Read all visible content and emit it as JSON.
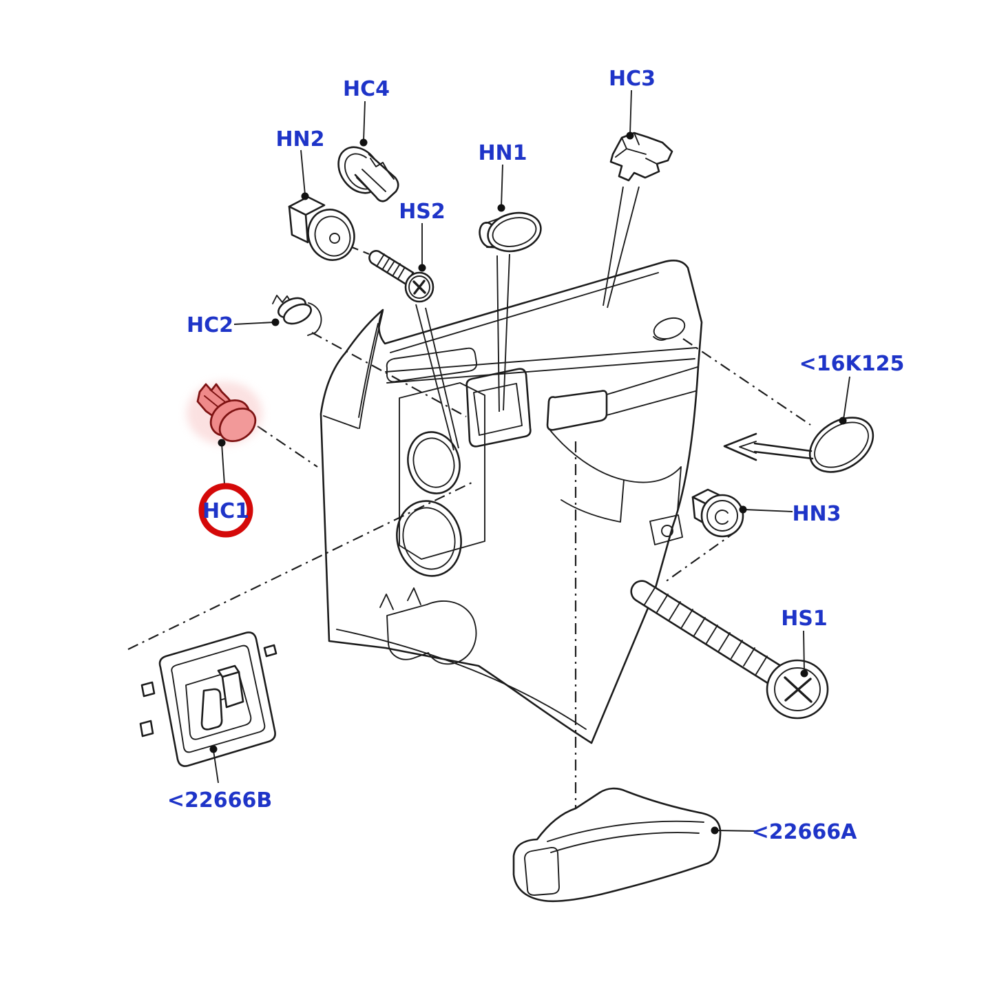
{
  "diagram": {
    "kind": "exploded-parts-diagram",
    "colors": {
      "background": "#ffffff",
      "line_art": "#1c1c1c",
      "label_blue": "#1E34C8",
      "highlight_circle_red": "#D40909",
      "highlight_part_fill": "#EF8A8A",
      "highlight_part_outline": "#7E1313"
    },
    "selected_part": "HC1"
  },
  "labels": {
    "hc4": {
      "text": "HC4"
    },
    "hn2": {
      "text": "HN2"
    },
    "hs2": {
      "text": "HS2"
    },
    "hn1": {
      "text": "HN1"
    },
    "hc3": {
      "text": "HC3"
    },
    "hc2": {
      "text": "HC2"
    },
    "hc1": {
      "text": "HC1"
    },
    "k16k125": {
      "text": "<16K125"
    },
    "hn3": {
      "text": "HN3"
    },
    "hs1": {
      "text": "HS1"
    },
    "p22666b": {
      "text": "<22666B"
    },
    "p22666a": {
      "text": "<22666A"
    }
  }
}
